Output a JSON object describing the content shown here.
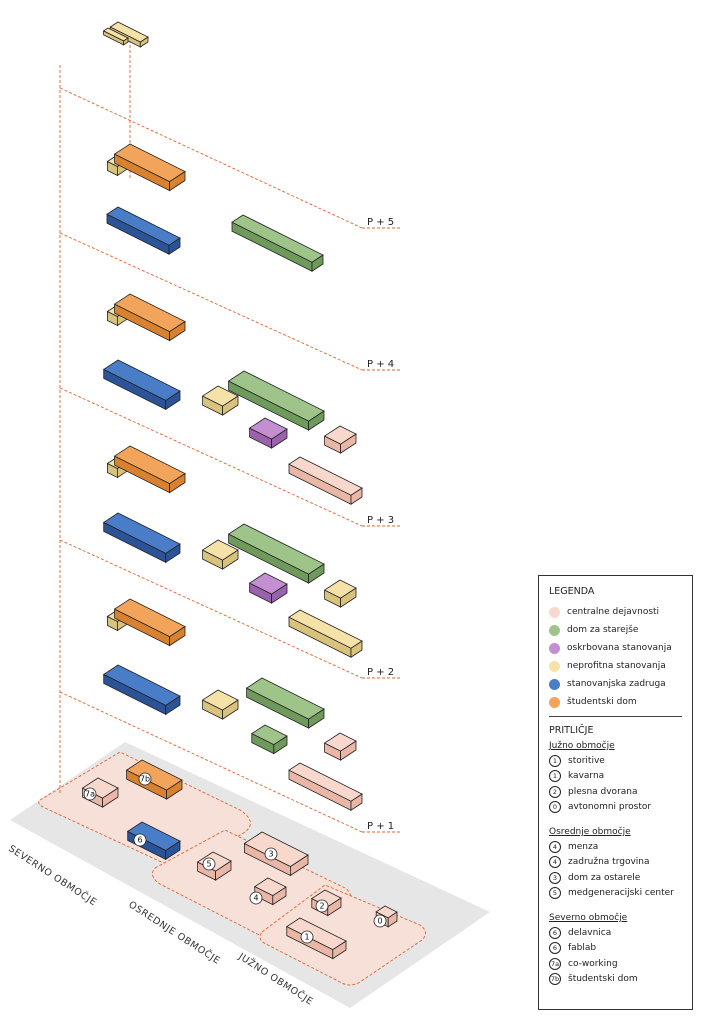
{
  "colors": {
    "centralne": {
      "top": "#f8d8cc",
      "side": "#eab7a6"
    },
    "starejse": {
      "top": "#9fc489",
      "side": "#6e9a5c"
    },
    "oskrbovana": {
      "top": "#c38fd1",
      "side": "#9a62ac"
    },
    "neprofitna": {
      "top": "#f4e2a8",
      "side": "#d8c27c"
    },
    "zadruga": {
      "top": "#4a7dc8",
      "side": "#2b5498"
    },
    "studentski": {
      "top": "#f2a55a",
      "side": "#d8822f"
    },
    "dash": "#e0622e",
    "ground": "#e6e6e6",
    "zoneFill": "#f7e0d8"
  },
  "levels": [
    "P + 5",
    "P + 4",
    "P + 3",
    "P + 2",
    "P + 1"
  ],
  "zones": [
    "SEVERNO OBMOČJE",
    "OSREDNJE OBMOČJE",
    "JUŽNO OBMOČJE"
  ],
  "numbers": [
    "7b",
    "7a",
    "6",
    "5",
    "3",
    "4",
    "2",
    "0",
    "1"
  ],
  "legend": {
    "title": "LEGENDA",
    "categories": [
      {
        "label": "centralne dejavnosti",
        "color": "#f8d8cc"
      },
      {
        "label": "dom za starejše",
        "color": "#9fc489"
      },
      {
        "label": "oskrbovana stanovanja",
        "color": "#c38fd1"
      },
      {
        "label": "neprofitna stanovanja",
        "color": "#f4e2a8"
      },
      {
        "label": "stanovanjska zadruga",
        "color": "#4a7dc8"
      },
      {
        "label": "študentski dom",
        "color": "#f2a55a"
      }
    ],
    "ground_title": "PRITLIČJE",
    "areas": [
      {
        "name": "Južno območje",
        "items": [
          {
            "num": "1",
            "label": "storitive"
          },
          {
            "num": "1",
            "label": "kavarna"
          },
          {
            "num": "2",
            "label": "plesna dvorana"
          },
          {
            "num": "0",
            "label": "avtonomni prostor"
          }
        ]
      },
      {
        "name": "Osrednje območje",
        "items": [
          {
            "num": "4",
            "label": "menza"
          },
          {
            "num": "4",
            "label": "zadružna trgovina"
          },
          {
            "num": "3",
            "label": "dom za ostarele"
          },
          {
            "num": "5",
            "label": "medgeneracijski center"
          }
        ]
      },
      {
        "name": "Severno območje",
        "items": [
          {
            "num": "6",
            "label": "delavnica"
          },
          {
            "num": "6",
            "label": "fablab"
          },
          {
            "num": "7a",
            "label": "co-working"
          },
          {
            "num": "7b",
            "label": "študentski dom"
          }
        ]
      }
    ]
  }
}
